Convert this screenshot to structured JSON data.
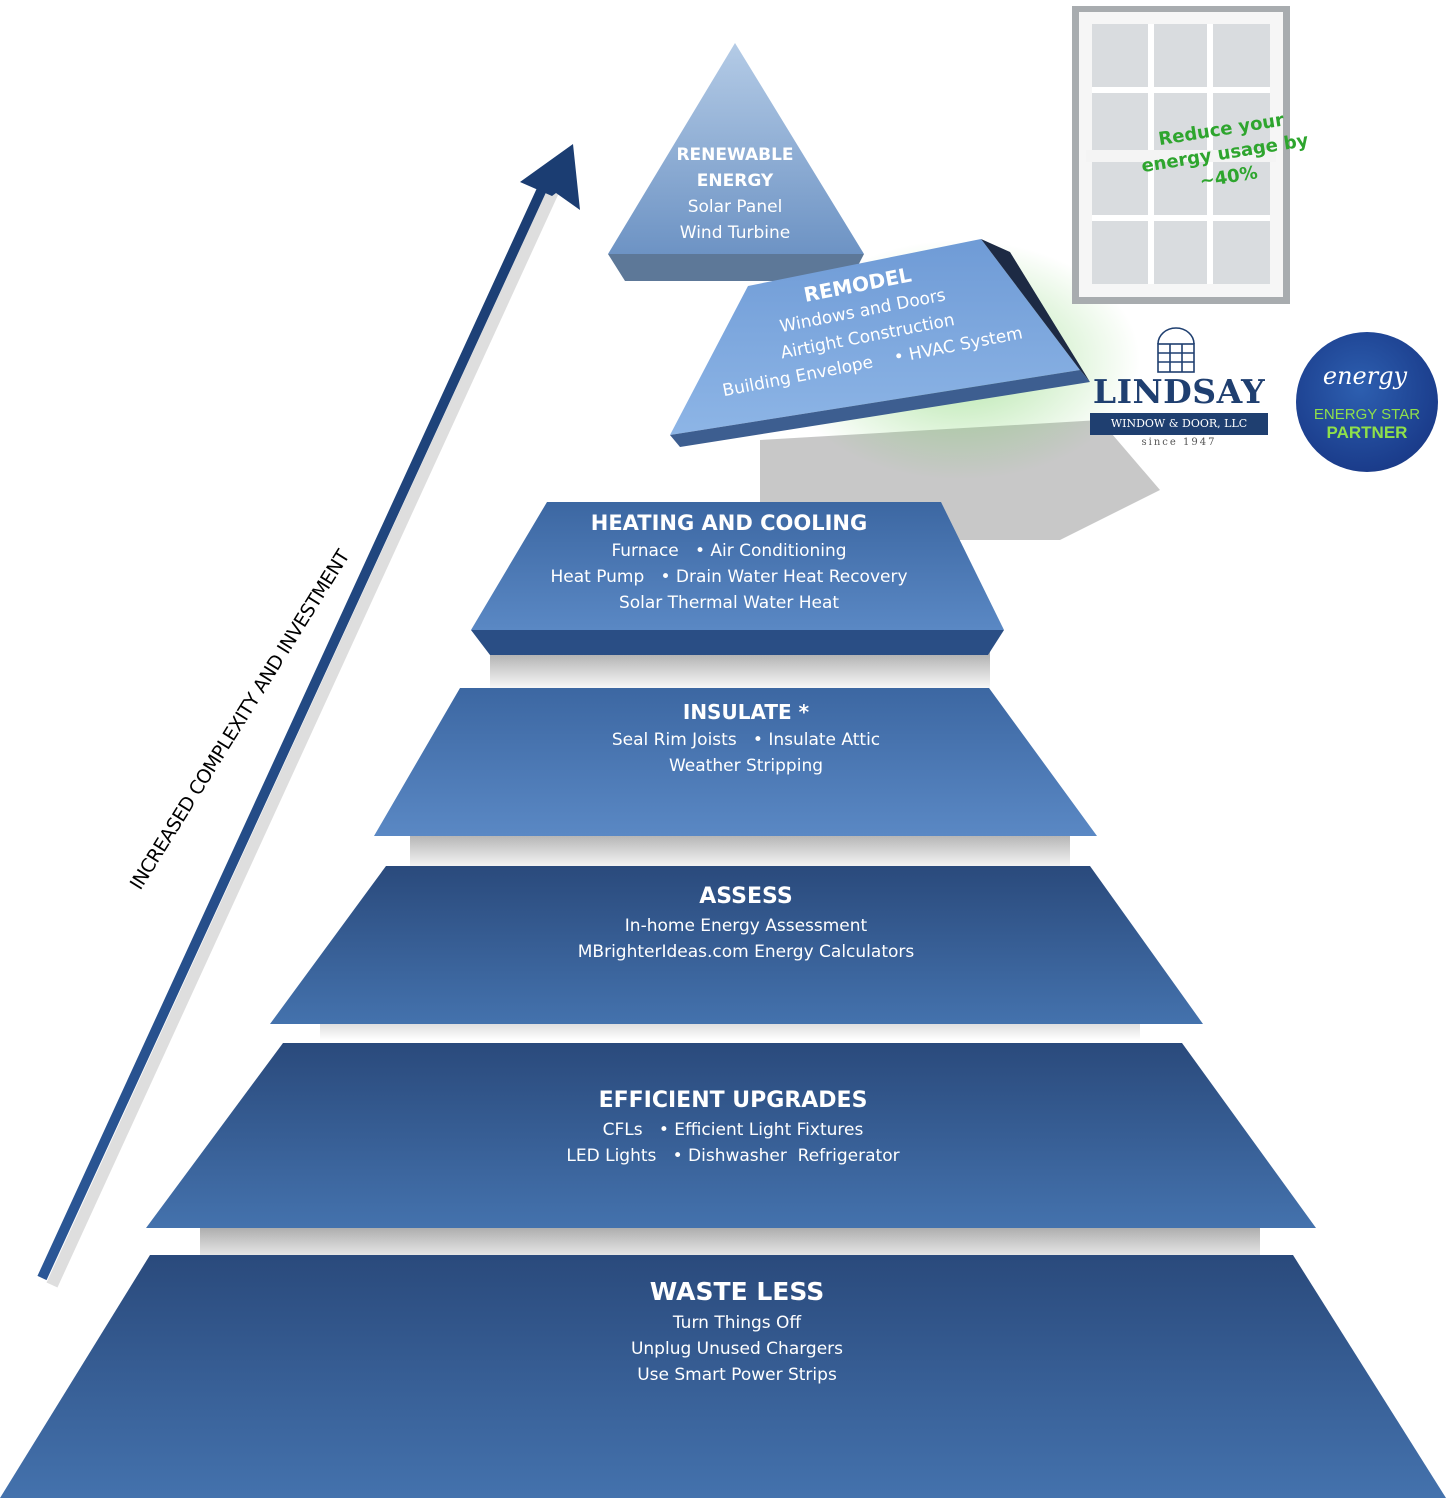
{
  "axis_label": "INCREASED COMPLEXITY AND INVESTMENT",
  "promo": {
    "line1": "Reduce your",
    "line2": "energy usage by",
    "line3": "~40%"
  },
  "tiers": {
    "renewable": {
      "title1": "RENEWABLE",
      "title2": "ENERGY",
      "lines": [
        "Solar Panel",
        "Wind Turbine"
      ]
    },
    "remodel": {
      "title": "REMODEL",
      "lines": [
        "Windows and Doors",
        "Airtight Construction",
        "Building Envelope    • HVAC System"
      ]
    },
    "heating": {
      "title": "HEATING AND COOLING",
      "lines": [
        "Furnace   • Air Conditioning",
        "Heat Pump   • Drain Water Heat Recovery",
        "Solar Thermal Water Heat"
      ]
    },
    "insulate": {
      "title": "INSULATE *",
      "lines": [
        "Seal Rim Joists   • Insulate Attic",
        "Weather Stripping"
      ]
    },
    "assess": {
      "title": "ASSESS",
      "lines": [
        "In-home Energy Assessment",
        "MBrighterIdeas.com Energy Calculators"
      ]
    },
    "upgrades": {
      "title": "EFFICIENT UPGRADES",
      "lines": [
        "CFLs   • Efficient Light Fixtures",
        "LED Lights   • Dishwasher  Refrigerator"
      ]
    },
    "waste": {
      "title": "WASTE LESS",
      "lines": [
        "Turn Things Off",
        "Unplug Unused Chargers",
        "Use Smart Power Strips"
      ]
    }
  },
  "logos": {
    "lindsay": {
      "name": "LINDSAY",
      "sub": "WINDOW & DOOR, LLC",
      "since": "since 1947"
    },
    "energy_star": {
      "word": "energy",
      "line1": "ENERGY STAR",
      "line2": "PARTNER"
    }
  },
  "colors": {
    "dark_tier": "#2f5285",
    "mid_tier": "#4b7ab8",
    "light_tier": "#8fb0d8",
    "promo_green": "#2ea52e",
    "lindsay_navy": "#1f3f70"
  }
}
